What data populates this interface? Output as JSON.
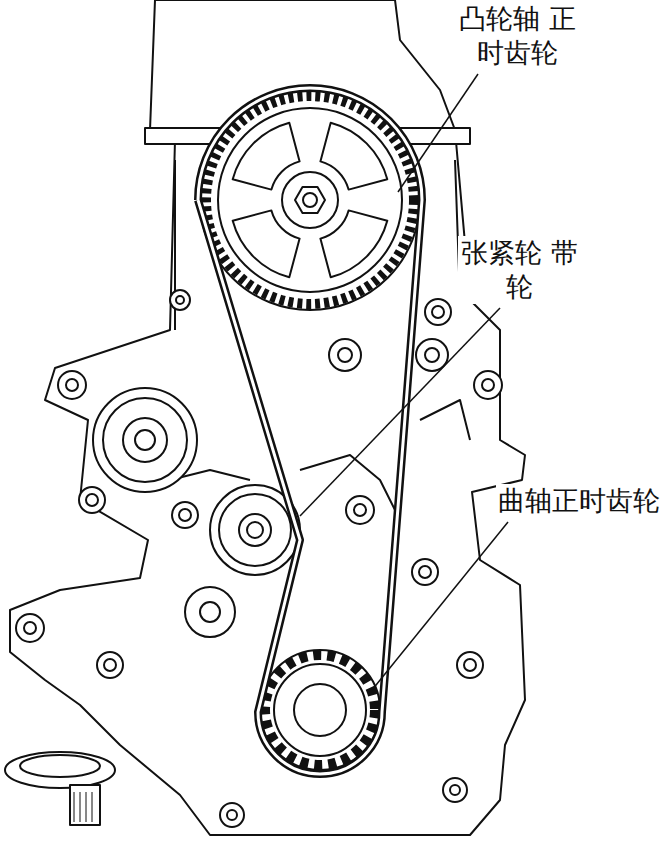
{
  "diagram": {
    "labels": [
      "凸轮轴 正时齿轮",
      "张紧轮 带轮",
      "曲轴正时齿轮"
    ]
  }
}
